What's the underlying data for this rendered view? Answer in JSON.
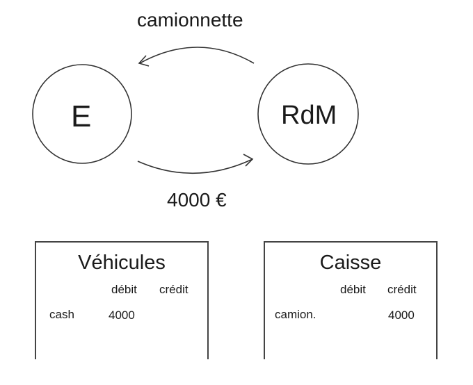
{
  "flows": {
    "top_label": "camionnette",
    "bottom_label": "4000 €"
  },
  "nodes": {
    "left": "E",
    "right": "RdM"
  },
  "accounts": [
    {
      "title": "Véhicules",
      "debit_header": "débit",
      "credit_header": "crédit",
      "row_label": "cash",
      "debit_value": "4000",
      "credit_value": ""
    },
    {
      "title": "Caisse",
      "debit_header": "débit",
      "credit_header": "crédit",
      "row_label": "camion.",
      "debit_value": "",
      "credit_value": "4000"
    }
  ]
}
